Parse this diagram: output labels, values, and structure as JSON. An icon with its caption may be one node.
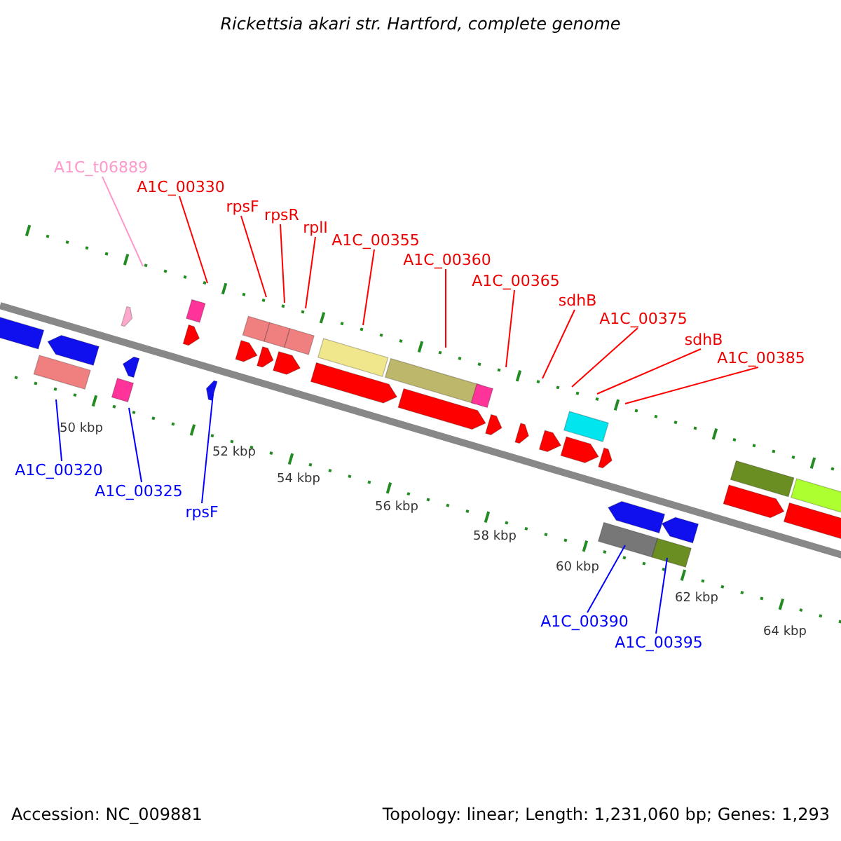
{
  "diagram": {
    "title": "Rickettsia akari str. Hartford, complete genome",
    "nodes": [
      {
        "text": [
          "A1C_t06889"
        ]
      },
      {
        "text": [
          "A1C_00330"
        ]
      },
      {
        "text": [
          "rpsF"
        ]
      },
      {
        "text": [
          "rpsR"
        ]
      },
      {
        "text": [
          "rplI"
        ]
      },
      {
        "text": [
          "A1C_00355"
        ]
      },
      {
        "text": [
          "A1C_00360"
        ]
      },
      {
        "text": [
          "A1C_00365"
        ]
      },
      {
        "text": [
          "sdhB"
        ]
      },
      {
        "text": [
          "A1C_00375"
        ]
      },
      {
        "text": [
          "sdhB"
        ]
      },
      {
        "text": [
          "A1C_00385"
        ]
      },
      {
        "text": [
          "A1C_00320"
        ]
      },
      {
        "text": [
          "A1C_00325"
        ]
      },
      {
        "text": [
          "rpsF"
        ]
      },
      {
        "text": [
          "A1C_00390"
        ]
      },
      {
        "text": [
          "A1C_00395"
        ]
      }
    ],
    "edges": [
      {
        "from": 0,
        "to": null,
        "arrow": "none",
        "color": "#ff99cc"
      },
      {
        "from": 1,
        "to": null,
        "arrow": "none"
      },
      {
        "from": 2,
        "to": null,
        "arrow": "none"
      },
      {
        "from": 3,
        "to": null,
        "arrow": "none"
      },
      {
        "from": 4,
        "to": null,
        "arrow": "none"
      },
      {
        "from": 5,
        "to": null,
        "arrow": "none"
      },
      {
        "from": 6,
        "to": null,
        "arrow": "none"
      },
      {
        "from": 7,
        "to": null,
        "arrow": "none"
      },
      {
        "from": 8,
        "to": null,
        "arrow": "none"
      },
      {
        "from": 9,
        "to": null,
        "arrow": "none"
      },
      {
        "from": 10,
        "to": null,
        "arrow": "none"
      },
      {
        "from": 11,
        "to": null,
        "arrow": "none"
      },
      {
        "from": 12,
        "to": null,
        "arrow": "none",
        "color": "#0000ff"
      },
      {
        "from": 13,
        "to": null,
        "arrow": "none",
        "color": "#0000ff"
      },
      {
        "from": 14,
        "to": null,
        "arrow": "none",
        "color": "#0000ff"
      },
      {
        "from": 15,
        "to": null,
        "arrow": "none",
        "color": "#0000ff"
      },
      {
        "from": 16,
        "to": null,
        "arrow": "none",
        "color": "#0000ff"
      }
    ],
    "labels": [
      "50 kbp",
      "52 kbp",
      "54 kbp",
      "56 kbp",
      "58 kbp",
      "60 kbp",
      "62 kbp",
      "64 kbp",
      "Accession: NC_009881",
      "Topology: linear; Length: 1,231,060 bp; Genes: 1,293"
    ]
  }
}
